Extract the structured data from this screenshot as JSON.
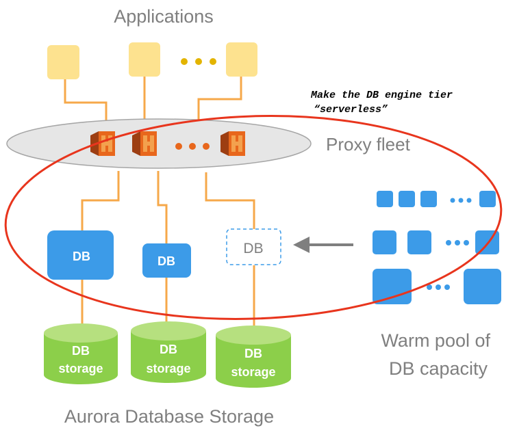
{
  "title_applications": "Applications",
  "note_line1": "Make the DB engine tier",
  "note_line2": "“serverless”",
  "proxy_fleet_label": "Proxy fleet",
  "db_labels": [
    "DB",
    "DB",
    "DB"
  ],
  "storage_labels": [
    {
      "line1": "DB",
      "line2": "storage"
    },
    {
      "line1": "DB",
      "line2": "storage"
    },
    {
      "line1": "DB",
      "line2": "storage"
    }
  ],
  "warm_pool_line1": "Warm pool of",
  "warm_pool_line2": "DB capacity",
  "bottom_label": "Aurora Database Storage",
  "colors": {
    "app_box": "#fde28f",
    "connector": "#f6a84a",
    "db_blue": "#3c9be8",
    "storage_green": "#8ccf4a",
    "storage_top": "#b6e07f",
    "ellipse_fill": "#e6e6e6",
    "red_ellipse": "#e8351d",
    "proxy_orange": "#e8671c",
    "dots_gold": "#e3b400",
    "arrow_gray": "#7f7f7f"
  }
}
